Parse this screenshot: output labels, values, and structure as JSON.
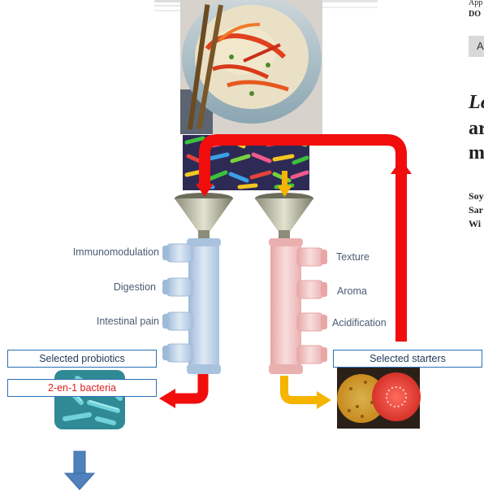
{
  "paper": {
    "header_line1": "App",
    "header_line2": "DO",
    "button_label": "A",
    "title_lines": [
      "Le",
      "ar",
      "m"
    ],
    "author_lines": [
      "Soy",
      "Sar",
      "Wi"
    ]
  },
  "left_column": {
    "labels": [
      "Immunomodulation",
      "Digestion",
      "Intestinal pain"
    ],
    "box_selected": "Selected probiotics",
    "box_bacteria": "2-en-1 bacteria"
  },
  "right_column": {
    "labels": [
      "Texture",
      "Aroma",
      "Acidification"
    ],
    "box_selected": "Selected starters"
  },
  "colors": {
    "left_pipe": "#bcd3ea",
    "right_pipe": "#f2c4c4",
    "red_arrow": "#f20d0d",
    "orange_arrow": "#f5b400",
    "blue_arrow": "#4f81bd",
    "box_border": "#2c6fb5",
    "bacteria_text": "#e02020"
  }
}
